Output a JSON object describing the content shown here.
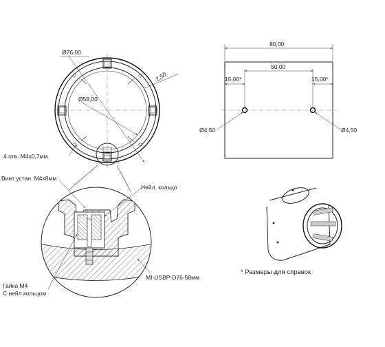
{
  "top_view": {
    "dia_outer": "Ø76,00",
    "dia_inner": "Ø58,00",
    "wall": "2,50",
    "holes": "4 отв. M4x0,7мм"
  },
  "side_view": {
    "width": "80,00",
    "spacing": "50,00",
    "offset_left": "15,00*",
    "offset_right": "15,00*",
    "hole_left": "Ø4,50",
    "hole_right": "Ø4,50"
  },
  "detail": {
    "set_screw": "Винт устан. M4x8мм",
    "nylon_ring": "Нейл. кольцо",
    "nut_line1": "Гайка M4",
    "nut_line2": "С нейл.кольцом",
    "part_number": "MI-USBP-D76-58мм"
  },
  "note": "* Размеры для справок"
}
